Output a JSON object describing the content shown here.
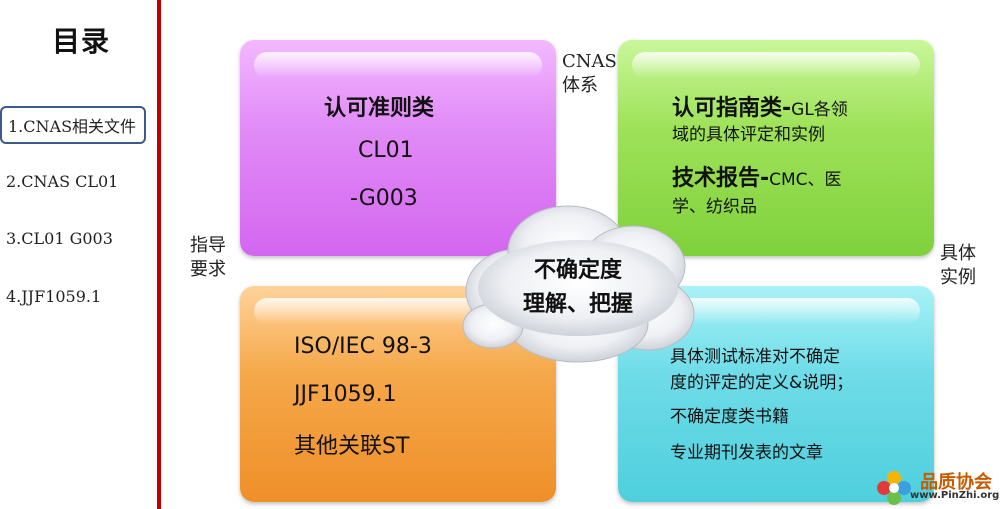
{
  "sidebar": {
    "title": "目录",
    "items": [
      {
        "label": "1.CNAS相关文件"
      },
      {
        "label": "2.CNAS CL01"
      },
      {
        "label": "3.CL01 G003"
      },
      {
        "label": "4.JJF1059.1"
      }
    ]
  },
  "labels": {
    "cnas_line1": "CNAS",
    "cnas_line2": "体系",
    "guide_line1": "指导",
    "guide_line2": "要求",
    "example_line1": "具体",
    "example_line2": "实例"
  },
  "quadrants": {
    "top_left": {
      "line1": "认可准则类",
      "line2": "CL01",
      "line3": "-G003"
    },
    "top_right": {
      "guide_bold": "认可指南类-",
      "guide_rest": "GL各领",
      "guide_line2": "域的具体评定和实例",
      "report_bold": "技术报告-",
      "report_rest": "CMC、医",
      "report_line2": "学、纺织品"
    },
    "bottom_left": {
      "line1": "ISO/IEC 98-3",
      "line2": "JJF1059.1",
      "line3": "其他关联ST"
    },
    "bottom_right": {
      "line1": "具体测试标准对不确定",
      "line2": "度的评定的定义&说明；",
      "line3": "不确定度类书籍",
      "line4": "专业期刊发表的文章"
    }
  },
  "center": {
    "line1": "不确定度",
    "line2": "理解、把握"
  },
  "logo": {
    "name": "品质协会",
    "url": "www.PinZhi.org"
  },
  "colors": {
    "divider": "#c00000",
    "active_border": "#3c5a8c",
    "purple": "#d466f0",
    "green": "#7fd13c",
    "orange": "#ef8f2a",
    "cyan": "#4fcfdd"
  }
}
